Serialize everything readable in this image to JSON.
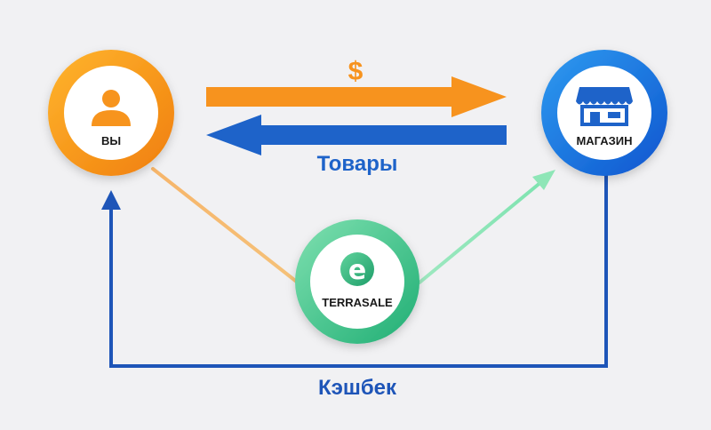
{
  "nodes": {
    "you": {
      "label": "ВЫ",
      "icon": "user-icon",
      "color": "#f7941d"
    },
    "store": {
      "label": "МАГАЗИН",
      "icon": "store-icon",
      "color": "#1f7ae0"
    },
    "terrasale": {
      "label": "TERRASALE",
      "icon": "terrasale-logo",
      "logo_letter": "e",
      "color": "#3ec58d"
    }
  },
  "flows": {
    "payment": {
      "symbol": "$",
      "color": "#f7931e"
    },
    "goods": {
      "label": "Товары",
      "color": "#1e63c9"
    },
    "cashback": {
      "label": "Кэшбек",
      "color": "#1e55b8"
    }
  }
}
